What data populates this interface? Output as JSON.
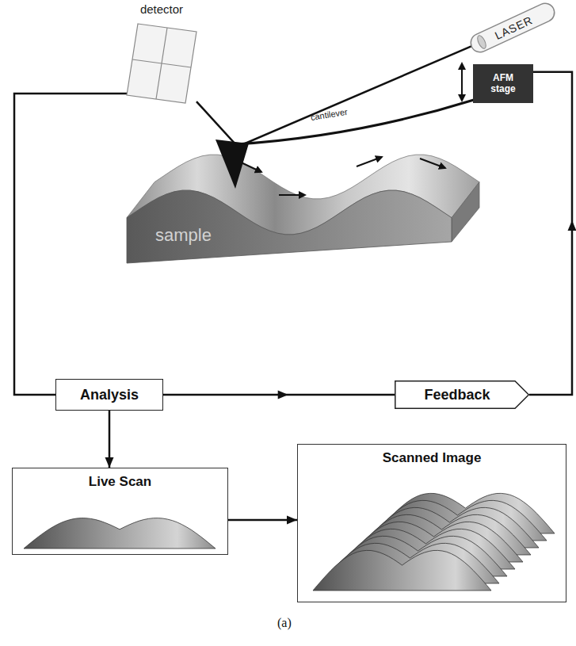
{
  "diagram": {
    "nodes": [
      {
        "text": [
          "detector"
        ]
      },
      {
        "text": [
          "LASER"
        ]
      },
      {
        "text": [
          "AFM stage"
        ]
      },
      {
        "text": [
          "Analysis"
        ]
      },
      {
        "text": [
          "Feedback"
        ]
      },
      {
        "text": [
          "Live Scan"
        ]
      },
      {
        "text": [
          "Scanned Image"
        ]
      }
    ],
    "edges": [
      {
        "from": 0,
        "to": 3,
        "arrow": "none"
      },
      {
        "from": 3,
        "to": 4,
        "arrow": "to"
      },
      {
        "from": 4,
        "to": 2,
        "arrow": "to"
      },
      {
        "from": 3,
        "to": 5,
        "arrow": "to"
      },
      {
        "from": 5,
        "to": 6,
        "arrow": "to"
      },
      {
        "from": 1,
        "to": 0,
        "arrow": "none"
      }
    ],
    "labels": [
      "cantilever",
      "sample",
      "(a)"
    ]
  }
}
